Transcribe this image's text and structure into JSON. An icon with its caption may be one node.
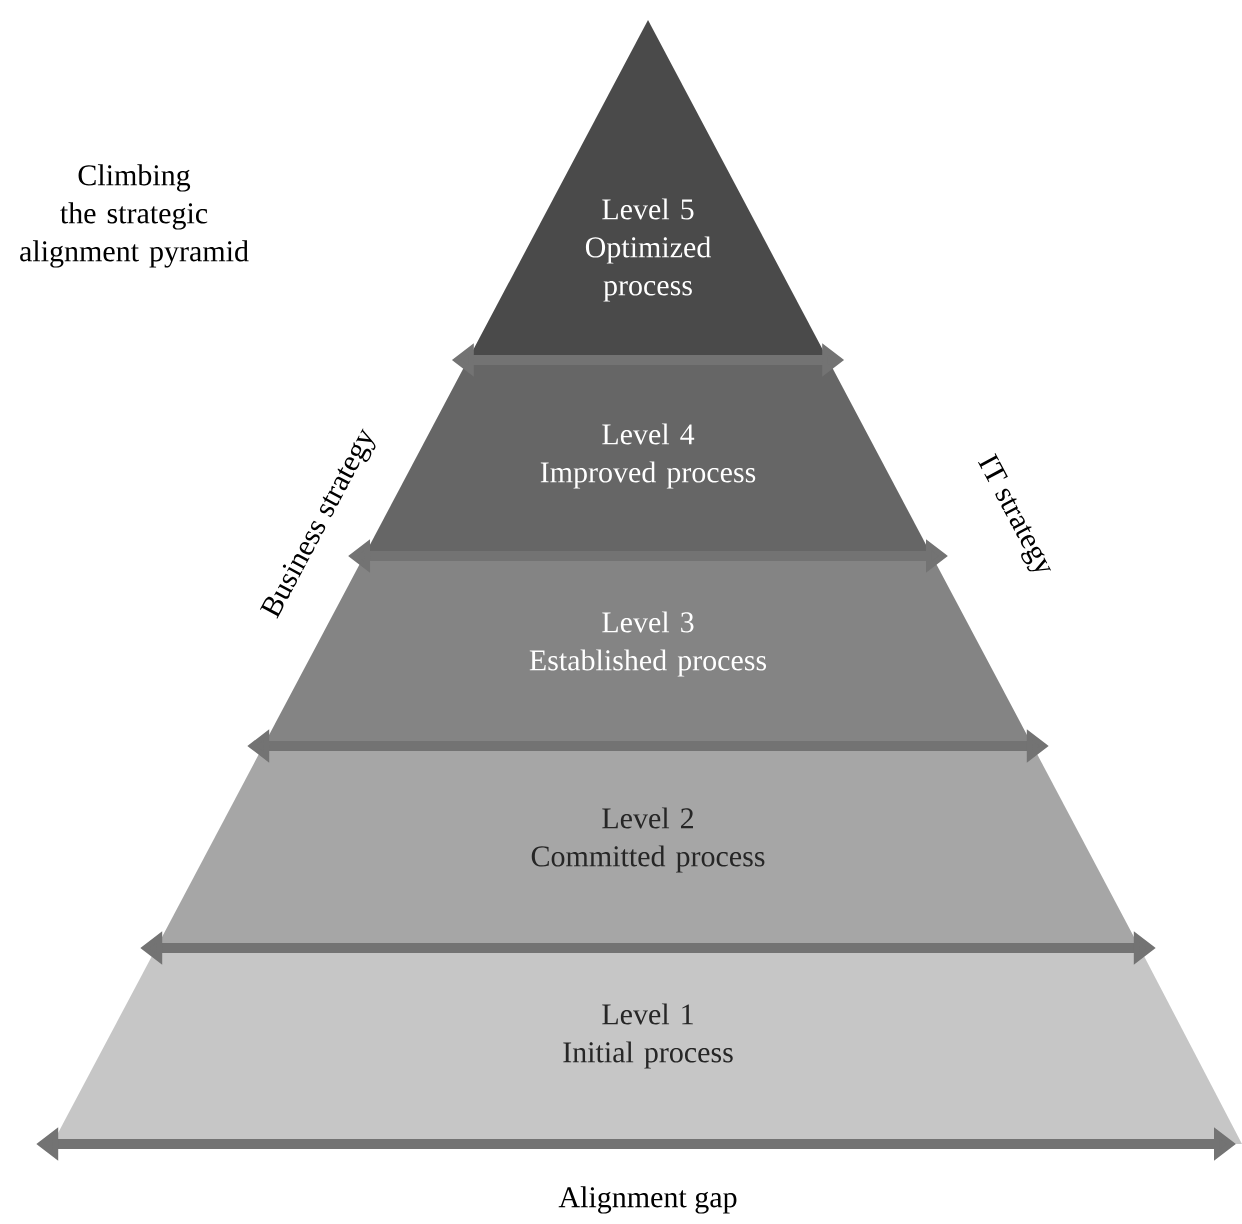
{
  "diagram": {
    "title": "Climbing the strategic alignment pyramid",
    "nodes": [
      {
        "text": [
          "Level 5",
          "Optimized process"
        ]
      },
      {
        "text": [
          "Level 4",
          "Improved process"
        ]
      },
      {
        "text": [
          "Level 3",
          "Established process"
        ]
      },
      {
        "text": [
          "Level 2",
          "Committed process"
        ]
      },
      {
        "text": [
          "Level 1",
          "Initial process"
        ]
      }
    ],
    "labels": [
      "Business strategy",
      "IT strategy",
      "Alignment gap"
    ]
  }
}
